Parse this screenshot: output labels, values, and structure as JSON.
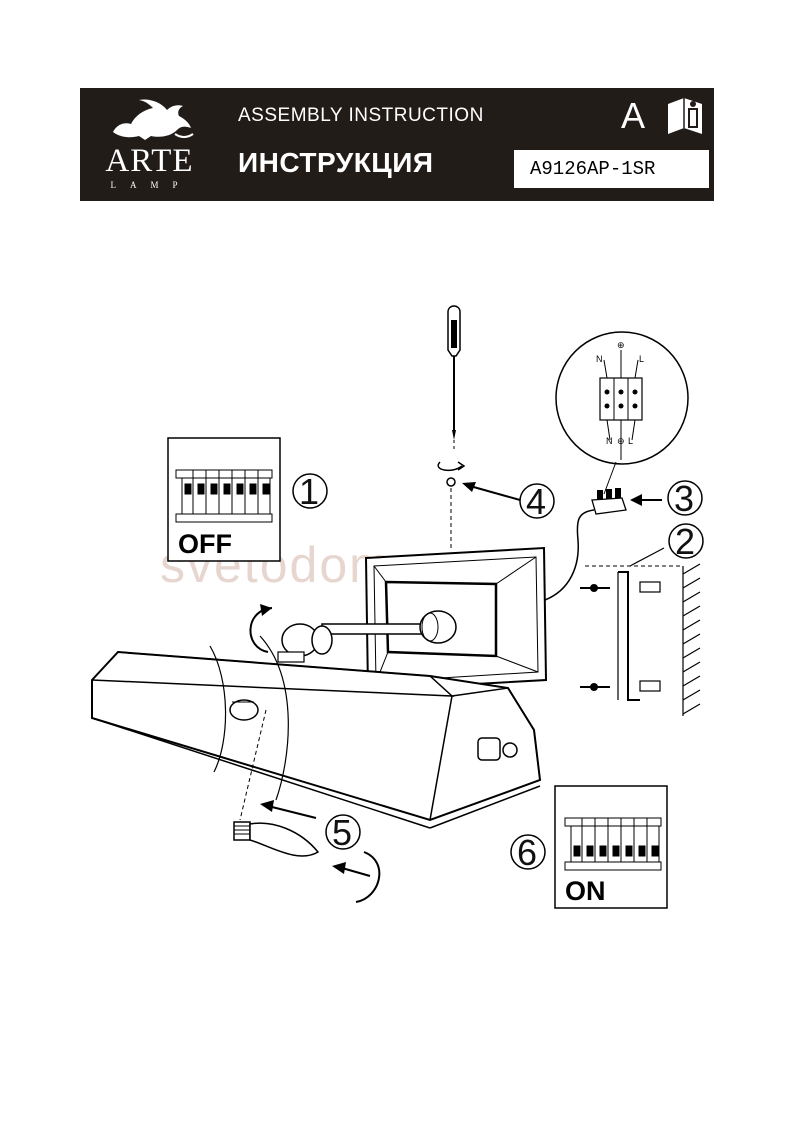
{
  "header": {
    "brand": "ARTE",
    "brand_sub": "LAMP",
    "title_en": "ASSEMBLY INSTRUCTION",
    "title_ru": "ИНСТРУКЦИЯ",
    "language_letter": "A",
    "info_icon": "book-info-icon",
    "model": "A9126AP-1SR",
    "background_color": "#221c19"
  },
  "watermark": "svetodom.ru",
  "steps": {
    "s1": "1",
    "s2": "2",
    "s3": "3",
    "s4": "4",
    "s5": "5",
    "s6": "6"
  },
  "switch_states": {
    "off": "OFF",
    "on": "ON"
  },
  "terminal_labels": {
    "neutral": "N",
    "ground": "⊕",
    "live": "L"
  }
}
